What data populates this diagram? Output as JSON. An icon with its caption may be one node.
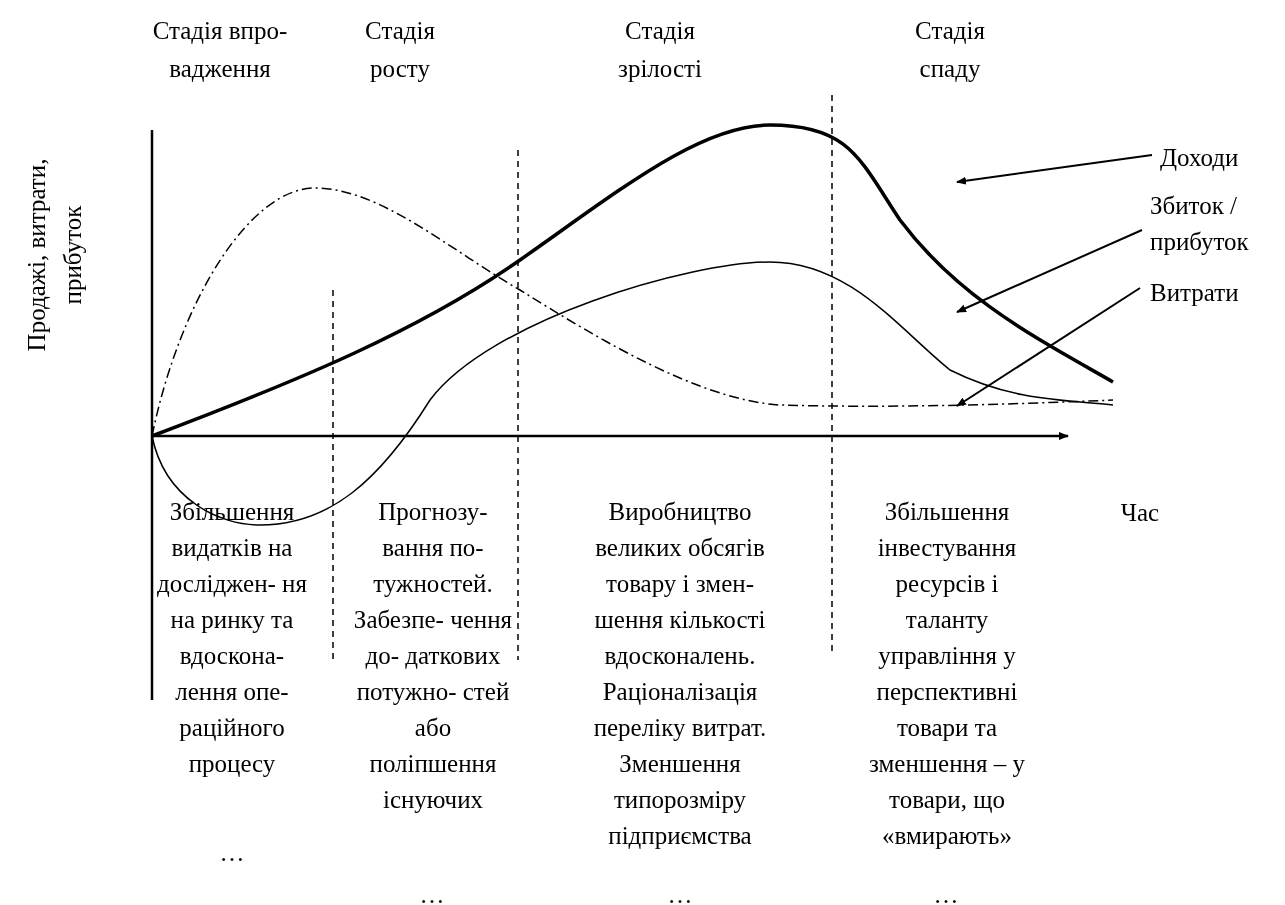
{
  "diagram": {
    "nodes": [
      {
        "text": [
          "Доходи"
        ]
      },
      {
        "text": [
          "Збиток / прибуток"
        ]
      },
      {
        "text": [
          "Витрати"
        ]
      }
    ],
    "edges": [
      {
        "from": 0,
        "to": null,
        "arrow": "to"
      },
      {
        "from": 1,
        "to": null,
        "arrow": "to"
      },
      {
        "from": 2,
        "to": null,
        "arrow": "to"
      }
    ],
    "labels": [
      "Стадія впро- вадження",
      "Стадія росту",
      "Стадія зрілості",
      "Стадія спаду",
      "Продажі, витрати, прибуток",
      "Час",
      "Збільшення видатків на досліджен- ня на ринку та вдоскона- лення опе- раційного процесу",
      "…",
      "Прогнозу- вання по- тужностей. Забезпе- чення до- даткових потужно- стей або поліпшення існуючих",
      "…",
      "Виробництво великих обсягів товару і змен- шення кількості вдосконалень. Раціоналізація переліку витрат. Зменшення типорозміру підприємства",
      "…",
      "Збільшення інвестування ресурсів і таланту управління у перспективні товари та зменшення – у товари, що «вмирають»",
      "…"
    ]
  }
}
